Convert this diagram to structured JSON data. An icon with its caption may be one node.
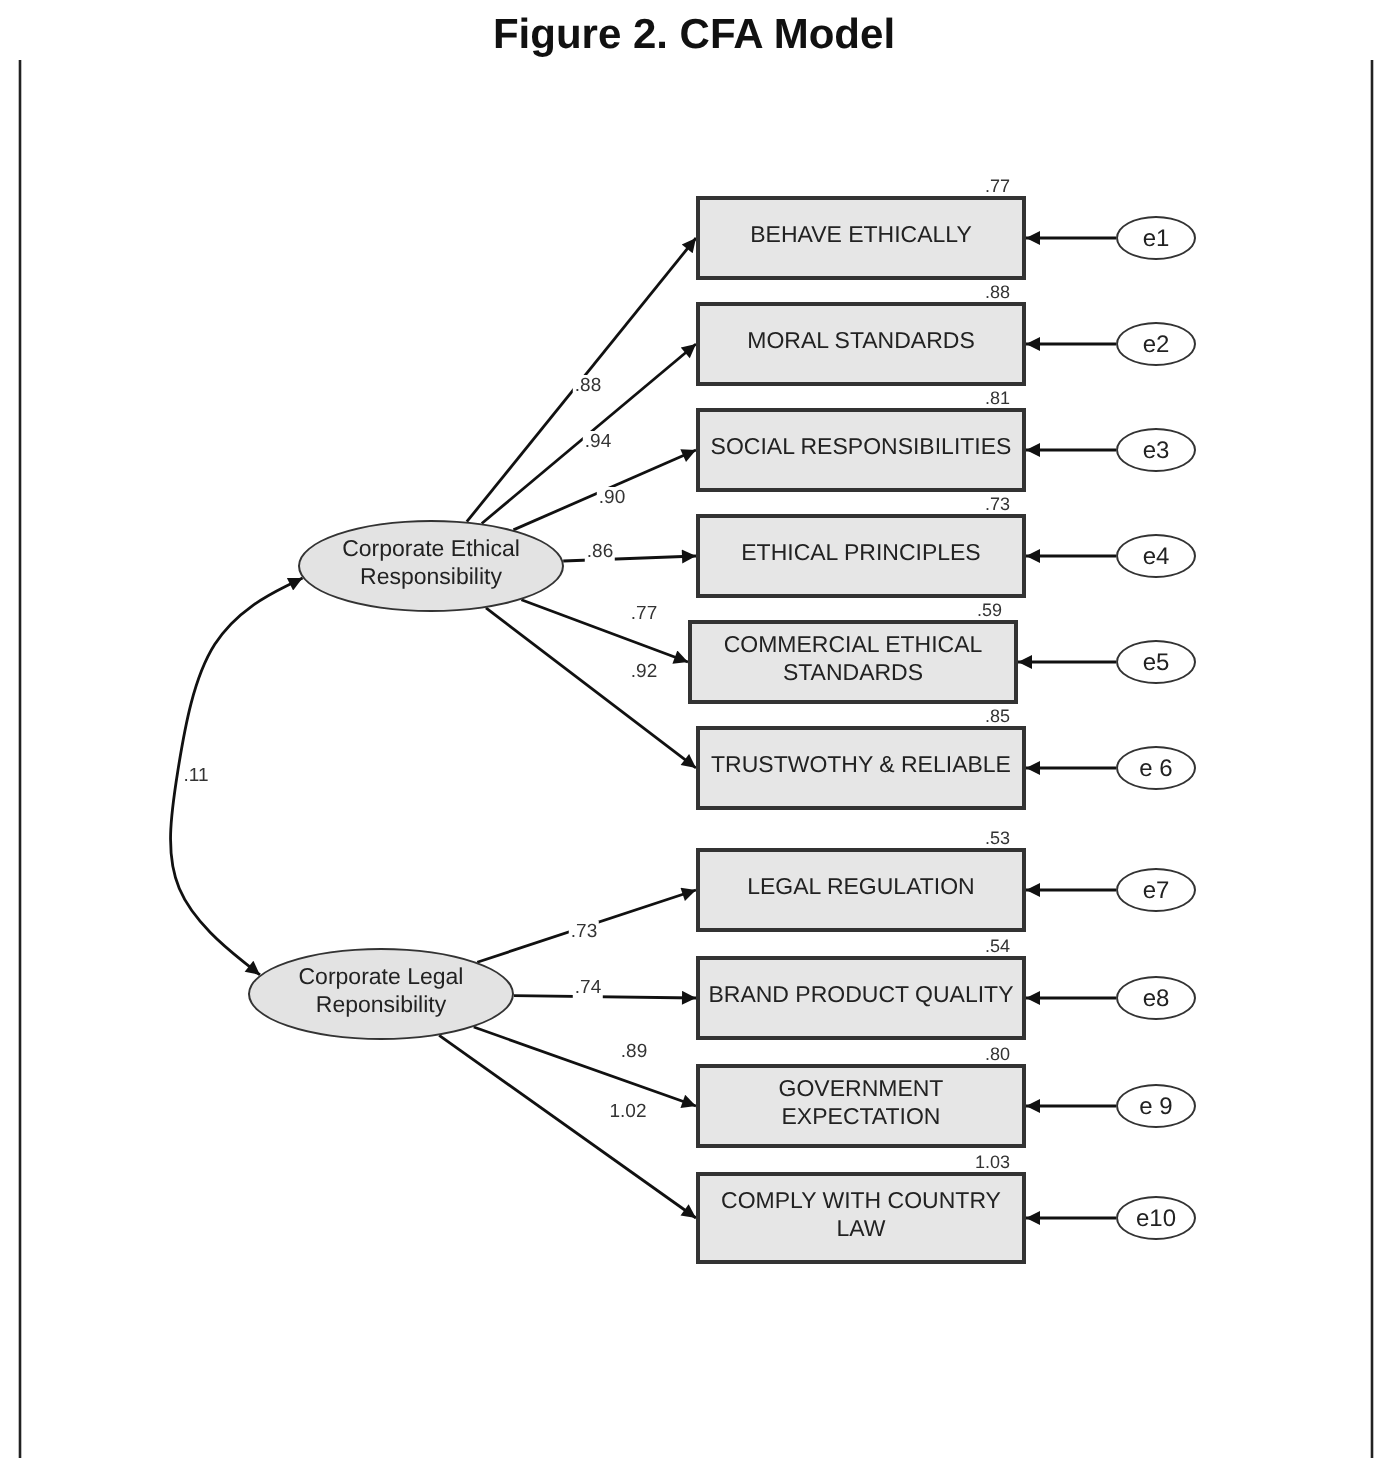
{
  "diagram": {
    "title": "Figure 2. CFA Model",
    "nodes": [
      {
        "text": [
          "Corporate Ethical Responsibility"
        ]
      },
      {
        "text": [
          "BEHAVE ETHICALLY"
        ],
        "beside": [
          ".77"
        ]
      },
      {
        "text": [
          "MORAL STANDARDS"
        ],
        "beside": [
          ".88"
        ]
      },
      {
        "text": [
          "SOCIAL RESPONSIBILITIES"
        ],
        "beside": [
          ".81"
        ]
      },
      {
        "text": [
          "ETHICAL PRINCIPLES"
        ],
        "beside": [
          ".73"
        ]
      },
      {
        "text": [
          "COMMERCIAL ETHICAL STANDARDS"
        ],
        "beside": [
          ".59"
        ]
      },
      {
        "text": [
          "TRUSTWOTHY & RELIABLE"
        ],
        "beside": [
          ".85"
        ]
      },
      {
        "text": [
          "Corporate Legal Reponsibility"
        ]
      },
      {
        "text": [
          "LEGAL REGULATION"
        ],
        "beside": [
          ".53"
        ]
      },
      {
        "text": [
          "BRAND PRODUCT QUALITY"
        ],
        "beside": [
          ".54"
        ]
      },
      {
        "text": [
          "GOVERNMENT EXPECTATION"
        ],
        "beside": [
          ".80"
        ]
      },
      {
        "text": [
          "COMPLY WITH COUNTRY LAW"
        ],
        "beside": [
          "1.03"
        ]
      },
      {
        "text": [
          "e1"
        ]
      },
      {
        "text": [
          "e2"
        ]
      },
      {
        "text": [
          "e3"
        ]
      },
      {
        "text": [
          "e4"
        ]
      },
      {
        "text": [
          "e5"
        ]
      },
      {
        "text": [
          "e 6"
        ]
      },
      {
        "text": [
          "e7"
        ]
      },
      {
        "text": [
          "e8"
        ]
      },
      {
        "text": [
          "e 9"
        ]
      },
      {
        "text": [
          "e10"
        ]
      }
    ],
    "edges": [
      {
        "from": 0,
        "to": 1,
        "arrow": "to",
        "label": ".88"
      },
      {
        "from": 0,
        "to": 2,
        "arrow": "to",
        "label": ".94"
      },
      {
        "from": 0,
        "to": 3,
        "arrow": "to",
        "label": ".90"
      },
      {
        "from": 0,
        "to": 4,
        "arrow": "to",
        "label": ".86"
      },
      {
        "from": 0,
        "to": 5,
        "arrow": "to",
        "label": ".77"
      },
      {
        "from": 0,
        "to": 6,
        "arrow": "to",
        "label": ".92"
      },
      {
        "from": 7,
        "to": 8,
        "arrow": "to",
        "label": ".73"
      },
      {
        "from": 7,
        "to": 9,
        "arrow": "to",
        "label": ".74"
      },
      {
        "from": 7,
        "to": 10,
        "arrow": "to",
        "label": ".89"
      },
      {
        "from": 7,
        "to": 11,
        "arrow": "to",
        "label": "1.02"
      },
      {
        "from": 0,
        "to": 7,
        "arrow": "both",
        "label": ".11"
      },
      {
        "from": 12,
        "to": 1,
        "arrow": "to"
      },
      {
        "from": 13,
        "to": 2,
        "arrow": "to"
      },
      {
        "from": 14,
        "to": 3,
        "arrow": "to"
      },
      {
        "from": 15,
        "to": 4,
        "arrow": "to"
      },
      {
        "from": 16,
        "to": 5,
        "arrow": "to"
      },
      {
        "from": 17,
        "to": 6,
        "arrow": "to"
      },
      {
        "from": 18,
        "to": 8,
        "arrow": "to"
      },
      {
        "from": 19,
        "to": 9,
        "arrow": "to"
      },
      {
        "from": 20,
        "to": 10,
        "arrow": "to"
      },
      {
        "from": 21,
        "to": 11,
        "arrow": "to"
      }
    ]
  }
}
